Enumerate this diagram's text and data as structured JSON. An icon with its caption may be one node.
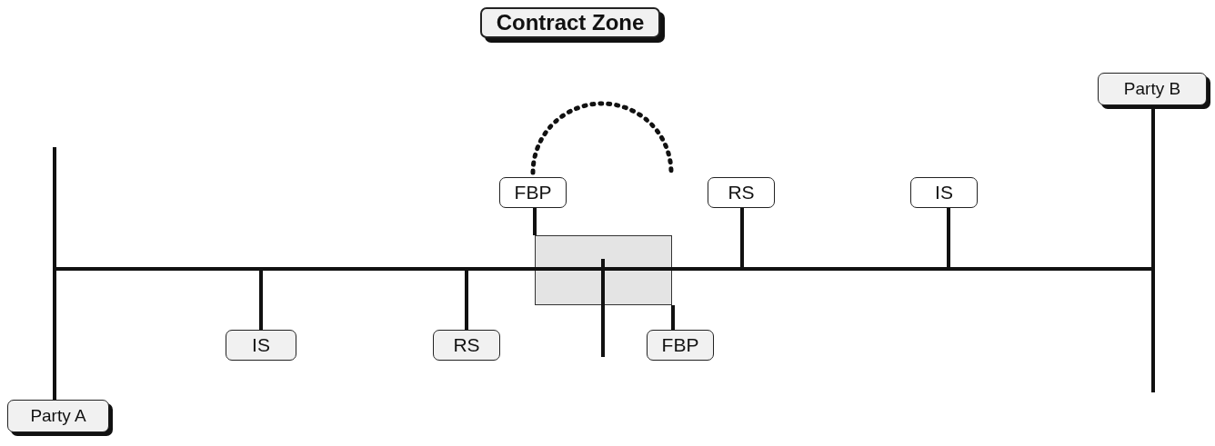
{
  "diagram": {
    "nodes": [
      {
        "text": [
          "Contract Zone"
        ]
      },
      {
        "text": [
          "Party B"
        ]
      },
      {
        "text": [
          "FBP"
        ]
      },
      {
        "text": [
          "RS"
        ]
      },
      {
        "text": [
          "IS"
        ]
      },
      {
        "text": [
          "IS"
        ]
      },
      {
        "text": [
          "RS"
        ]
      },
      {
        "text": [
          "FBP"
        ]
      },
      {
        "text": [
          "Party A"
        ]
      },
      {
        "text": [],
        "shape": "box"
      }
    ],
    "edges": [
      {
        "from": 1,
        "to": null,
        "arrow": "none"
      },
      {
        "from": 2,
        "to": 9,
        "arrow": "none"
      },
      {
        "from": 3,
        "to": null,
        "arrow": "none"
      },
      {
        "from": 4,
        "to": null,
        "arrow": "none"
      },
      {
        "from": 5,
        "to": null,
        "arrow": "none"
      },
      {
        "from": 6,
        "to": null,
        "arrow": "none"
      },
      {
        "from": 7,
        "to": 9,
        "arrow": "none"
      },
      {
        "from": 8,
        "to": null,
        "arrow": "none"
      }
    ]
  }
}
